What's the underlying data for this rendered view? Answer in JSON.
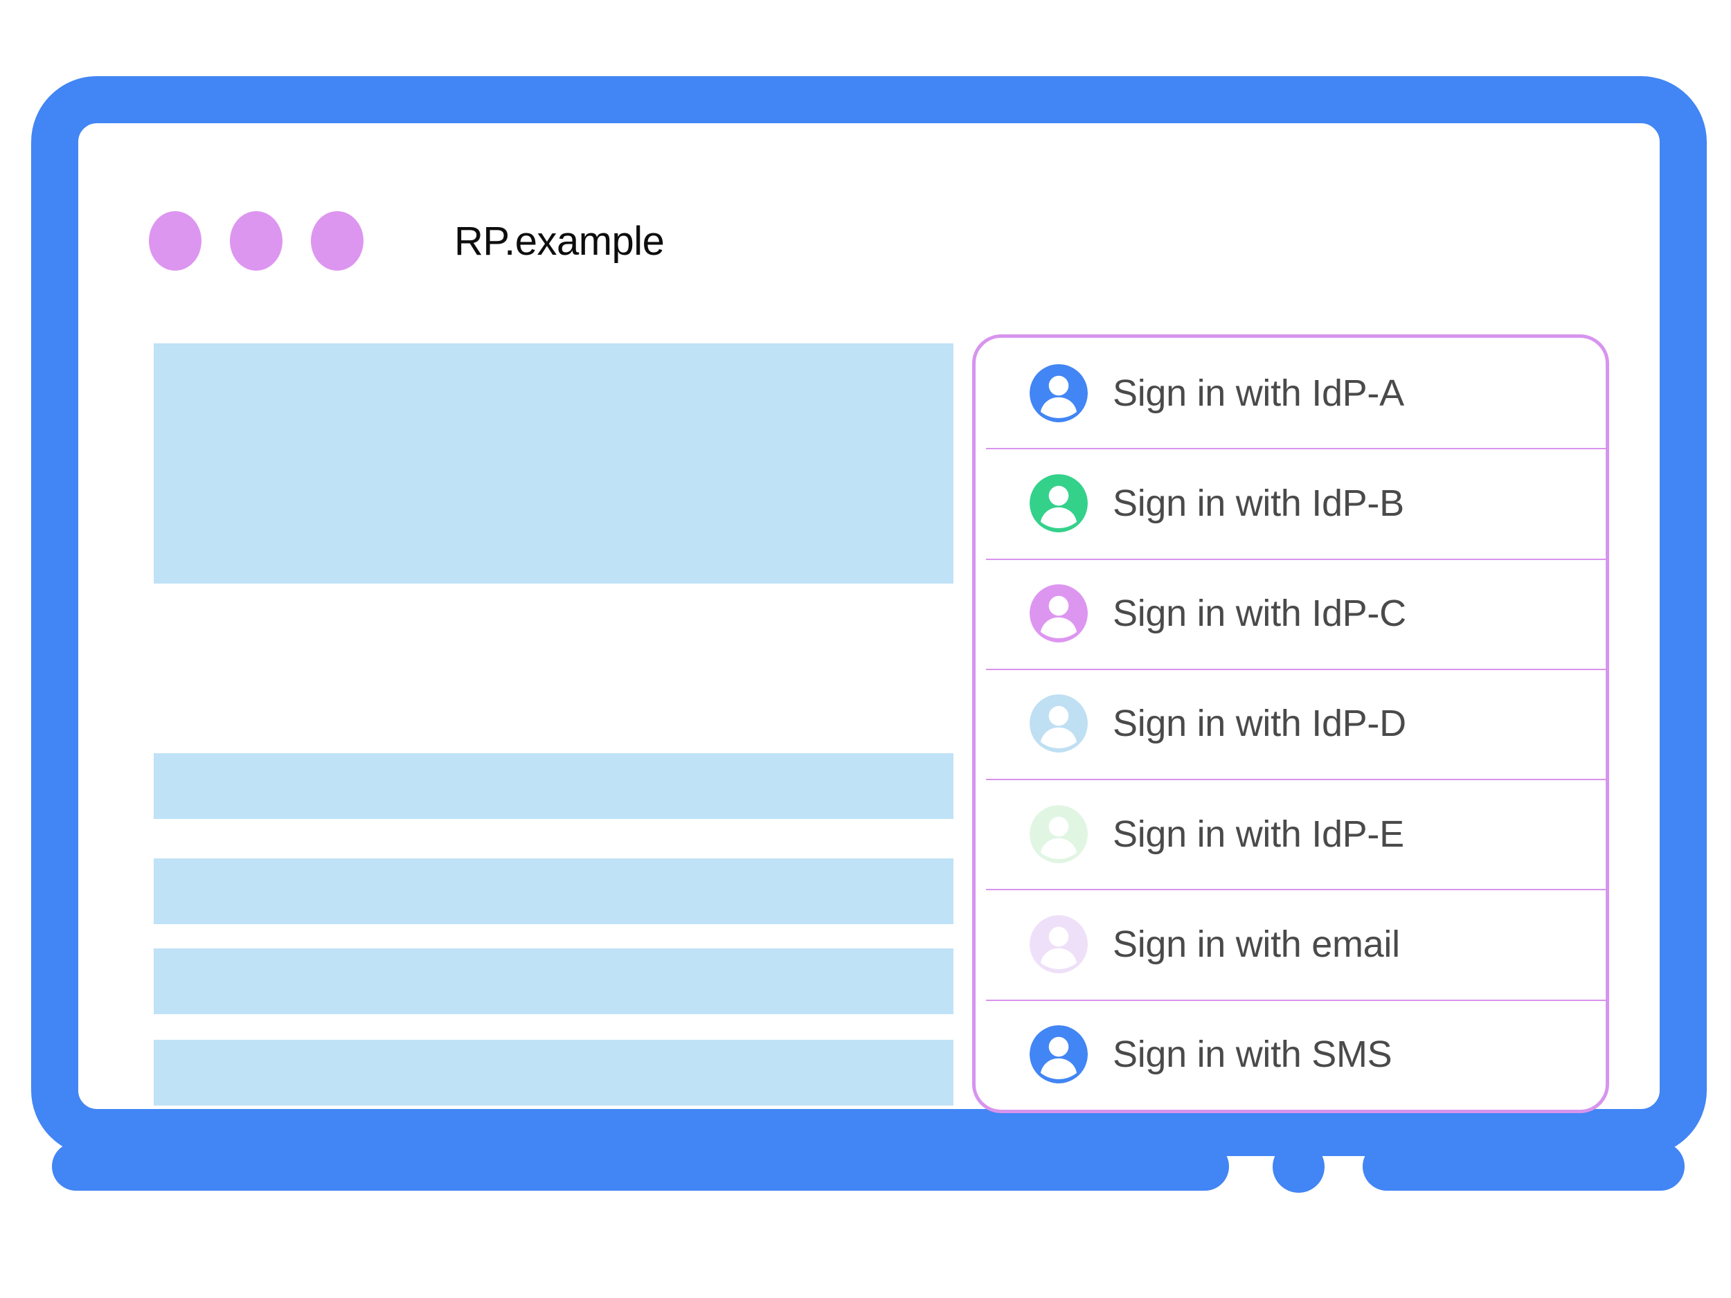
{
  "window": {
    "title": "RP.example",
    "dots": [
      {
        "name": "window-dot-1",
        "color": "#dd96f0"
      },
      {
        "name": "window-dot-2",
        "color": "#dd96f0"
      },
      {
        "name": "window-dot-3",
        "color": "#dd96f0"
      }
    ]
  },
  "device": {
    "frame_color": "#4285f4",
    "home_button_name": "home-button"
  },
  "content_placeholders": [
    {
      "name": "content-placeholder-hero",
      "color": "#bfe2f7"
    },
    {
      "name": "content-placeholder-bar-1",
      "color": "#bfe2f7"
    },
    {
      "name": "content-placeholder-bar-2",
      "color": "#bfe2f7"
    },
    {
      "name": "content-placeholder-bar-3",
      "color": "#bfe2f7"
    },
    {
      "name": "content-placeholder-bar-4",
      "color": "#bfe2f7"
    }
  ],
  "signin_panel": {
    "border_color": "#d794ee",
    "divider_color": "#d794ee",
    "label_color": "#4a4a4a",
    "options": [
      {
        "label": "Sign in with IdP-A",
        "icon": "avatar-icon",
        "avatar_color": "#4285f4"
      },
      {
        "label": "Sign in with IdP-B",
        "icon": "avatar-icon",
        "avatar_color": "#34d18b"
      },
      {
        "label": "Sign in with IdP-C",
        "icon": "avatar-icon",
        "avatar_color": "#dd96f0"
      },
      {
        "label": "Sign in with IdP-D",
        "icon": "avatar-icon",
        "avatar_color": "#bfdff2"
      },
      {
        "label": "Sign in with IdP-E",
        "icon": "avatar-icon",
        "avatar_color": "#e1f5e3"
      },
      {
        "label": "Sign in with email",
        "icon": "avatar-icon",
        "avatar_color": "#eee0f8"
      },
      {
        "label": "Sign in with SMS",
        "icon": "avatar-icon",
        "avatar_color": "#4285f4"
      }
    ]
  }
}
